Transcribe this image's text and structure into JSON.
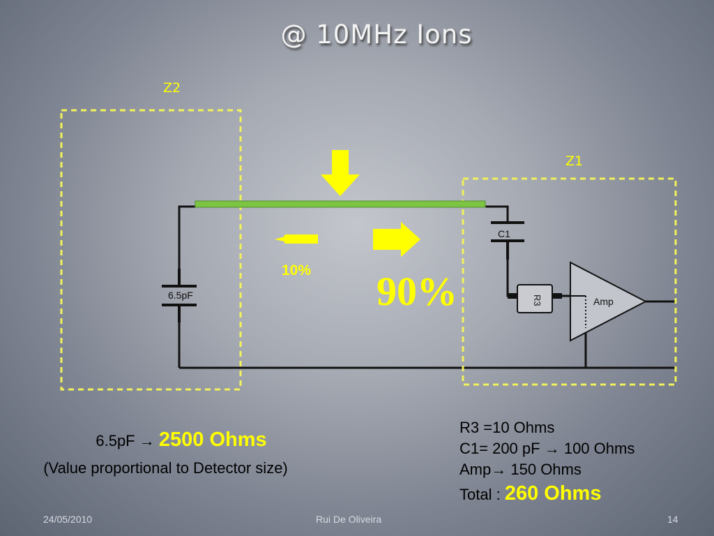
{
  "slide": {
    "title": "@ 10MHz  Ions",
    "footer": {
      "date": "24/05/2010",
      "author": "Rui De Oliveira",
      "page": "14"
    }
  },
  "diagram": {
    "zones": {
      "z2": "Z2",
      "z1": "Z1"
    },
    "flow": {
      "left_percent": "10%",
      "right_percent": "90%"
    },
    "components": {
      "detector_cap": "6.5pF",
      "c1": "C1",
      "r3": "R3",
      "amp": "Amp"
    },
    "colors": {
      "zone_border": "#f2f25a",
      "detector_strip": "#7dc443",
      "arrow": "#ffff00",
      "wire": "#111111"
    }
  },
  "equations": {
    "left": {
      "cap_prefix": "6.5pF",
      "arrow": "→",
      "cap_value": "2500 Ohms",
      "note": "(Value proportional to Detector size)"
    },
    "right": {
      "r3": "R3 =10 Ohms",
      "c1_prefix": "C1= 200 pF",
      "c1_arrow": "→",
      "c1_value": "100 Ohms",
      "amp_prefix": "Amp",
      "amp_arrow": "→",
      "amp_value": "150 Ohms",
      "total_label": "Total :",
      "total_value": "260 Ohms"
    }
  }
}
